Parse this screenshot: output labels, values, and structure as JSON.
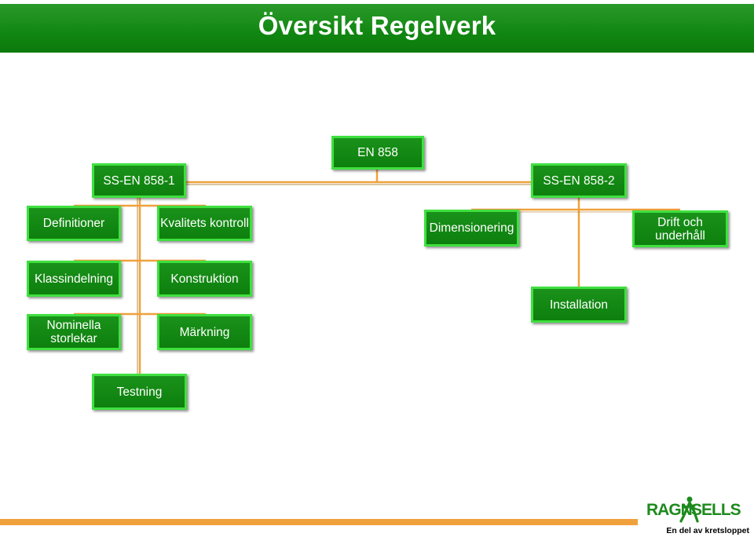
{
  "header": {
    "title": "Översikt Regelverk"
  },
  "nodes": {
    "root": "EN 858",
    "part1": "SS-EN 858-1",
    "part2": "SS-EN 858-2",
    "definitioner": "Definitioner",
    "kvalitets_kontroll": "Kvalitets kontroll",
    "klassindelning": "Klassindelning",
    "konstruktion": "Konstruktion",
    "nominella_storlekar": "Nominella\nstorlekar",
    "markning": "Märkning",
    "testning": "Testning",
    "dimensionering": "Dimensionering",
    "drift_och_underhall": "Drift och\nunderhåll",
    "installation": "Installation"
  },
  "brand": {
    "logo_left": "RAGN",
    "logo_right": "SELLS",
    "tagline": "En del av kretsloppet"
  },
  "colors": {
    "header_green": "#118611",
    "node_green": "#0d7f0d",
    "node_border": "#3fe03f",
    "connector_orange": "#f0a13c",
    "connector_brown": "#a8823a"
  }
}
